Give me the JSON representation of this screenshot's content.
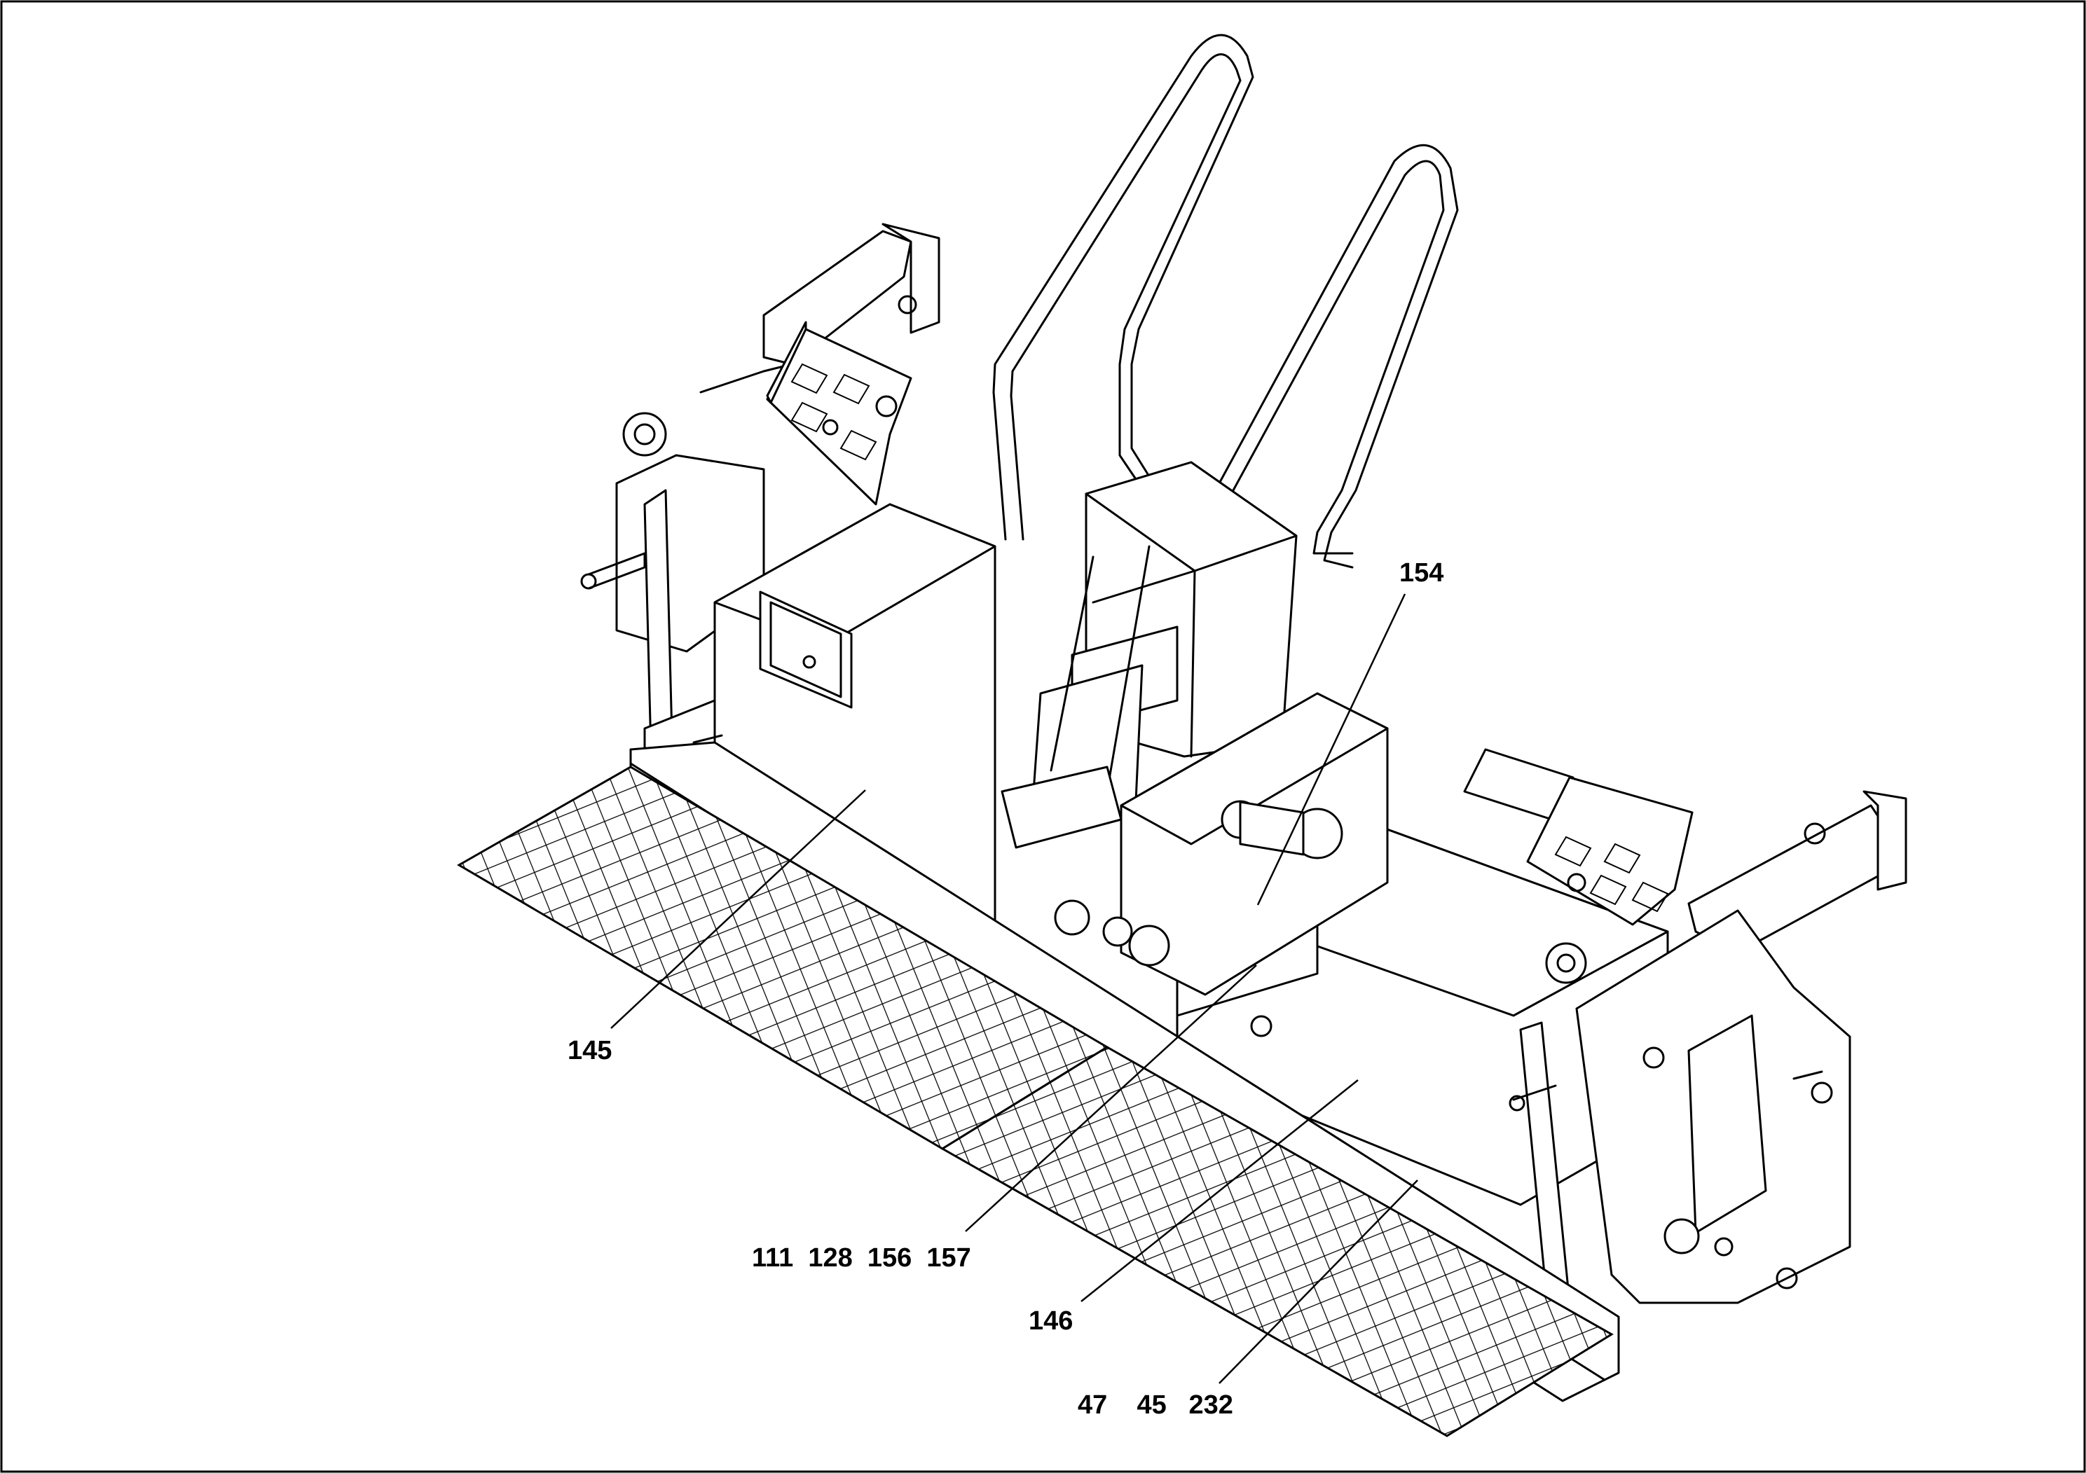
{
  "drawing": {
    "frame_color": "#000000",
    "line_color": "#000000",
    "background": "#ffffff"
  },
  "callouts": [
    {
      "id": "c154",
      "text": "154"
    },
    {
      "id": "c145",
      "text": "145"
    },
    {
      "id": "c111",
      "text": "111  128  156  157"
    },
    {
      "id": "c146",
      "text": "146"
    },
    {
      "id": "c47",
      "text": "47    45   232"
    }
  ]
}
